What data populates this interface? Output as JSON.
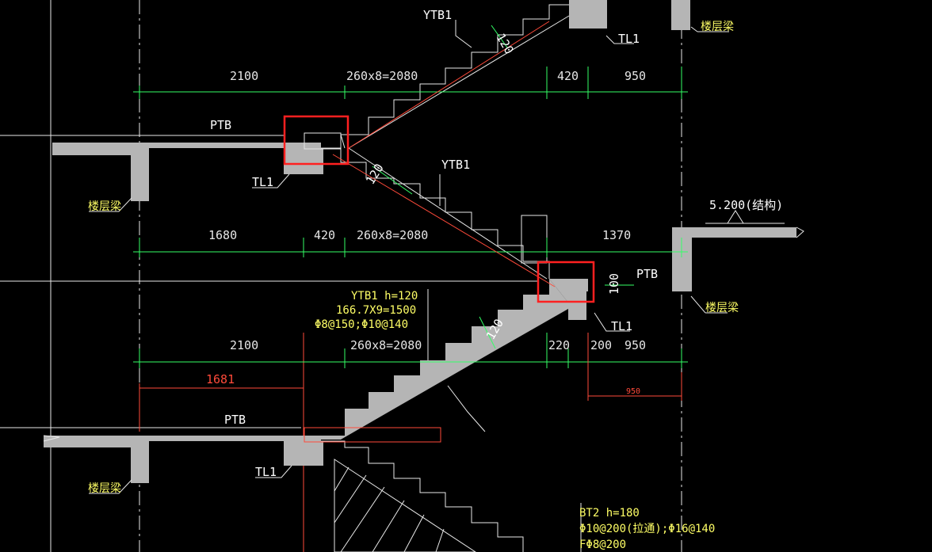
{
  "colors": {
    "background": "#000000",
    "concrete": "#b5b5b5",
    "dimension": "#33ff66",
    "axis": "#e8e8e8",
    "label": "#ffffff",
    "beam_label": "#ffff66",
    "highlight": "#ff2020",
    "red_dim": "#ff4a3a"
  },
  "labels": {
    "ytb1_top": "YTB1",
    "ytb1_mid": "YTB1",
    "ptb_top": "PTB",
    "ptb_mid": "PTB",
    "ptb_bottom": "PTB",
    "tl1_a": "TL1",
    "tl1_b": "TL1",
    "tl1_c": "TL1",
    "tl1_d": "TL1",
    "beam_a": "楼层梁",
    "beam_b": "楼层梁",
    "beam_c": "楼层梁",
    "beam_d": "楼层梁",
    "elevation": "5.200(结构)",
    "slab_thk_a": "120",
    "slab_thk_b": "120",
    "slab_thk_c": "120",
    "slab_thk_d": "100"
  },
  "dims": {
    "row1": [
      "2100",
      "260x8=2080",
      "420",
      "950"
    ],
    "row2": [
      "1680",
      "420",
      "260x8=2080",
      "1370"
    ],
    "row3": [
      "2100",
      "260x8=2080",
      "220",
      "200",
      "950"
    ],
    "red_top": "1681",
    "red_small": "950"
  },
  "notes": {
    "ytb1": [
      "YTB1 h=120",
      "166.7X9=1500",
      "Φ8@150;Φ10@140"
    ],
    "bt2": [
      "BT2 h=180",
      "Φ10@200(拉通);Φ16@140",
      "FΦ8@200"
    ]
  }
}
